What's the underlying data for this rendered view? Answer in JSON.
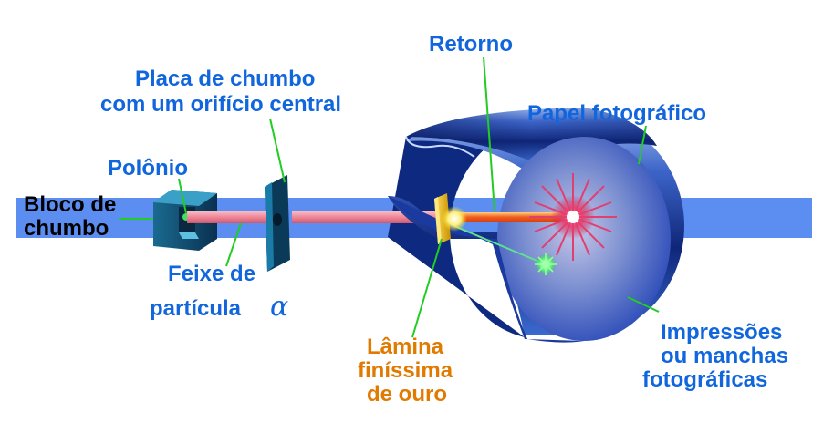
{
  "labels": {
    "retorno": "Retorno",
    "placa": [
      "Placa de chumbo",
      "com um orifício central"
    ],
    "papel": "Papel fotográfico",
    "polonio": "Polônio",
    "bloco": [
      "Bloco de",
      "chumbo"
    ],
    "feixe": [
      "Feixe de",
      "partícula"
    ],
    "alpha_symbol": "α",
    "lamina": [
      "Lâmina",
      "finíssima",
      "de ouro"
    ],
    "impressoes": [
      "Impressões",
      "ou manchas",
      "fotográficas"
    ]
  },
  "colors": {
    "label_blue": "#1166dd",
    "label_orange": "#e07a00",
    "band_blue": "#5b8ef0",
    "pointer_green": "#22cc22",
    "beam_pink": "#f0a0b0",
    "gold_foil": "#f0c000",
    "cylinder_dark": "#0a1a60",
    "cylinder_light": "#4a78d8"
  }
}
